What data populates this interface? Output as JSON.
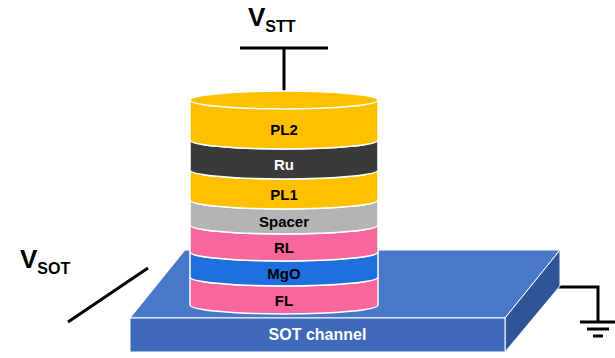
{
  "diagram": {
    "nodes": [
      {
        "text": [
          "PL2"
        ]
      },
      {
        "text": [
          "Ru"
        ]
      },
      {
        "text": [
          "PL1"
        ]
      },
      {
        "text": [
          "Spacer"
        ]
      },
      {
        "text": [
          "RL"
        ]
      },
      {
        "text": [
          "MgO"
        ]
      },
      {
        "text": [
          "FL"
        ]
      },
      {
        "text": [
          "SOT channel"
        ]
      }
    ],
    "labels": [
      "V",
      "STT",
      "V",
      "SOT"
    ]
  }
}
